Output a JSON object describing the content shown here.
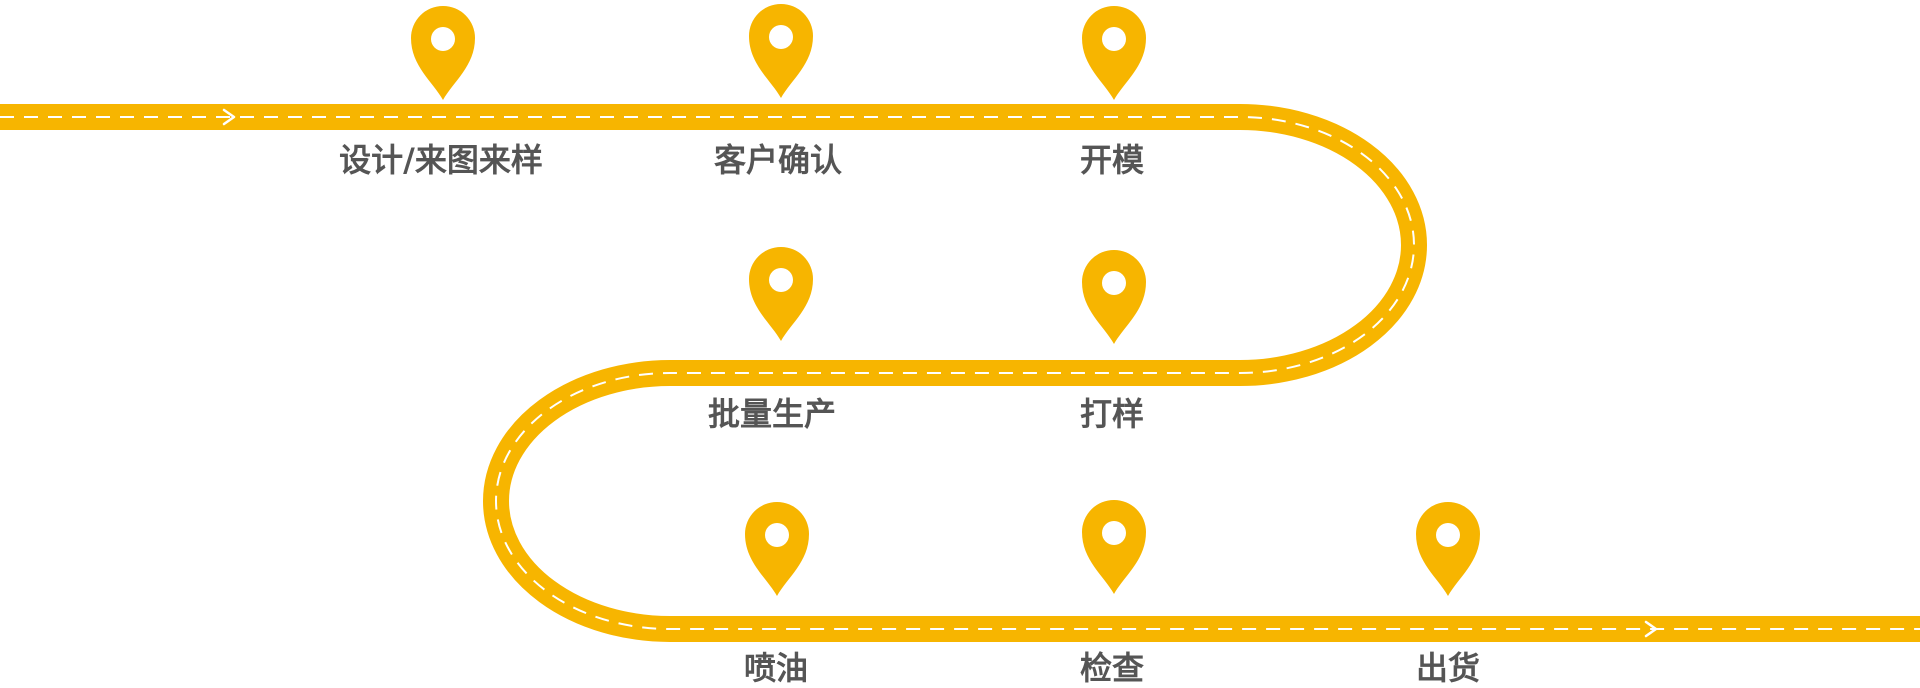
{
  "colors": {
    "road": "#F7B500",
    "dash": "#FFFFFF",
    "pin": "#F7B500",
    "pin_hole": "#FFFFFF",
    "label": "#555555"
  },
  "icons": {
    "pin": "map-pin-icon",
    "arrow": "chevron-right-icon"
  },
  "steps": [
    {
      "label": "设计/来图来样"
    },
    {
      "label": "客户确认"
    },
    {
      "label": "开模"
    },
    {
      "label": "打样"
    },
    {
      "label": "批量生产"
    },
    {
      "label": "喷油"
    },
    {
      "label": "检查"
    },
    {
      "label": "出货"
    }
  ]
}
